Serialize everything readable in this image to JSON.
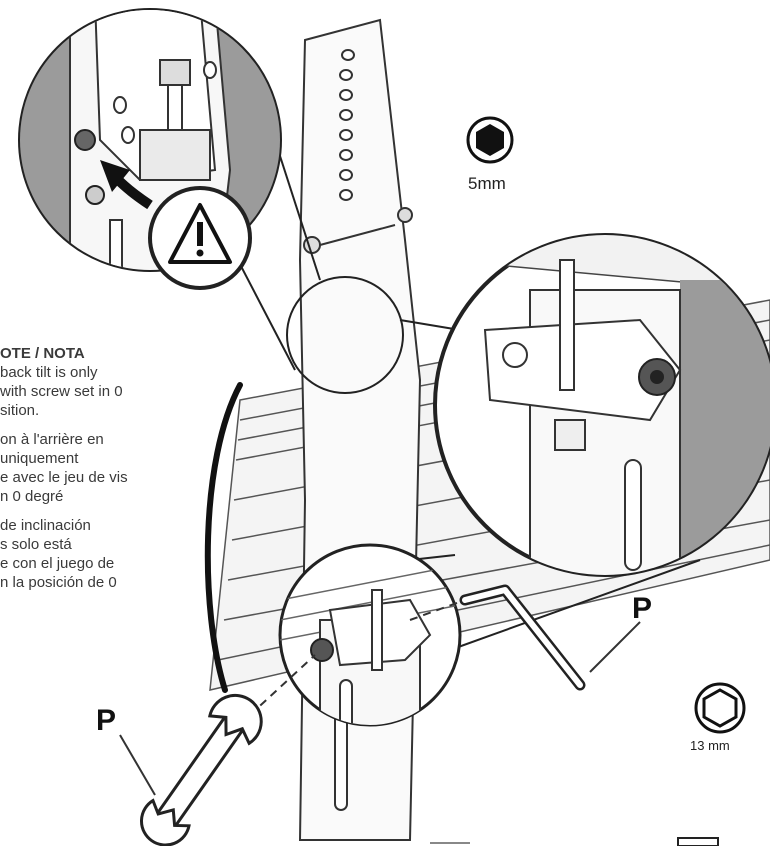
{
  "note": {
    "title": "OTE / NOTA",
    "en": "back tilt is only\nwith screw set in 0\nsition.",
    "fr": "on à l'arrière en\nuniquement\ne avec le jeu de vis\nn 0 degré",
    "es": "de inclinación\ns solo está\ne con el juego de\nn la posición de 0"
  },
  "labels": {
    "p_right": "P",
    "p_left": "P"
  },
  "tools": {
    "hex_key_size": "5mm",
    "socket_size": "13 mm"
  }
}
